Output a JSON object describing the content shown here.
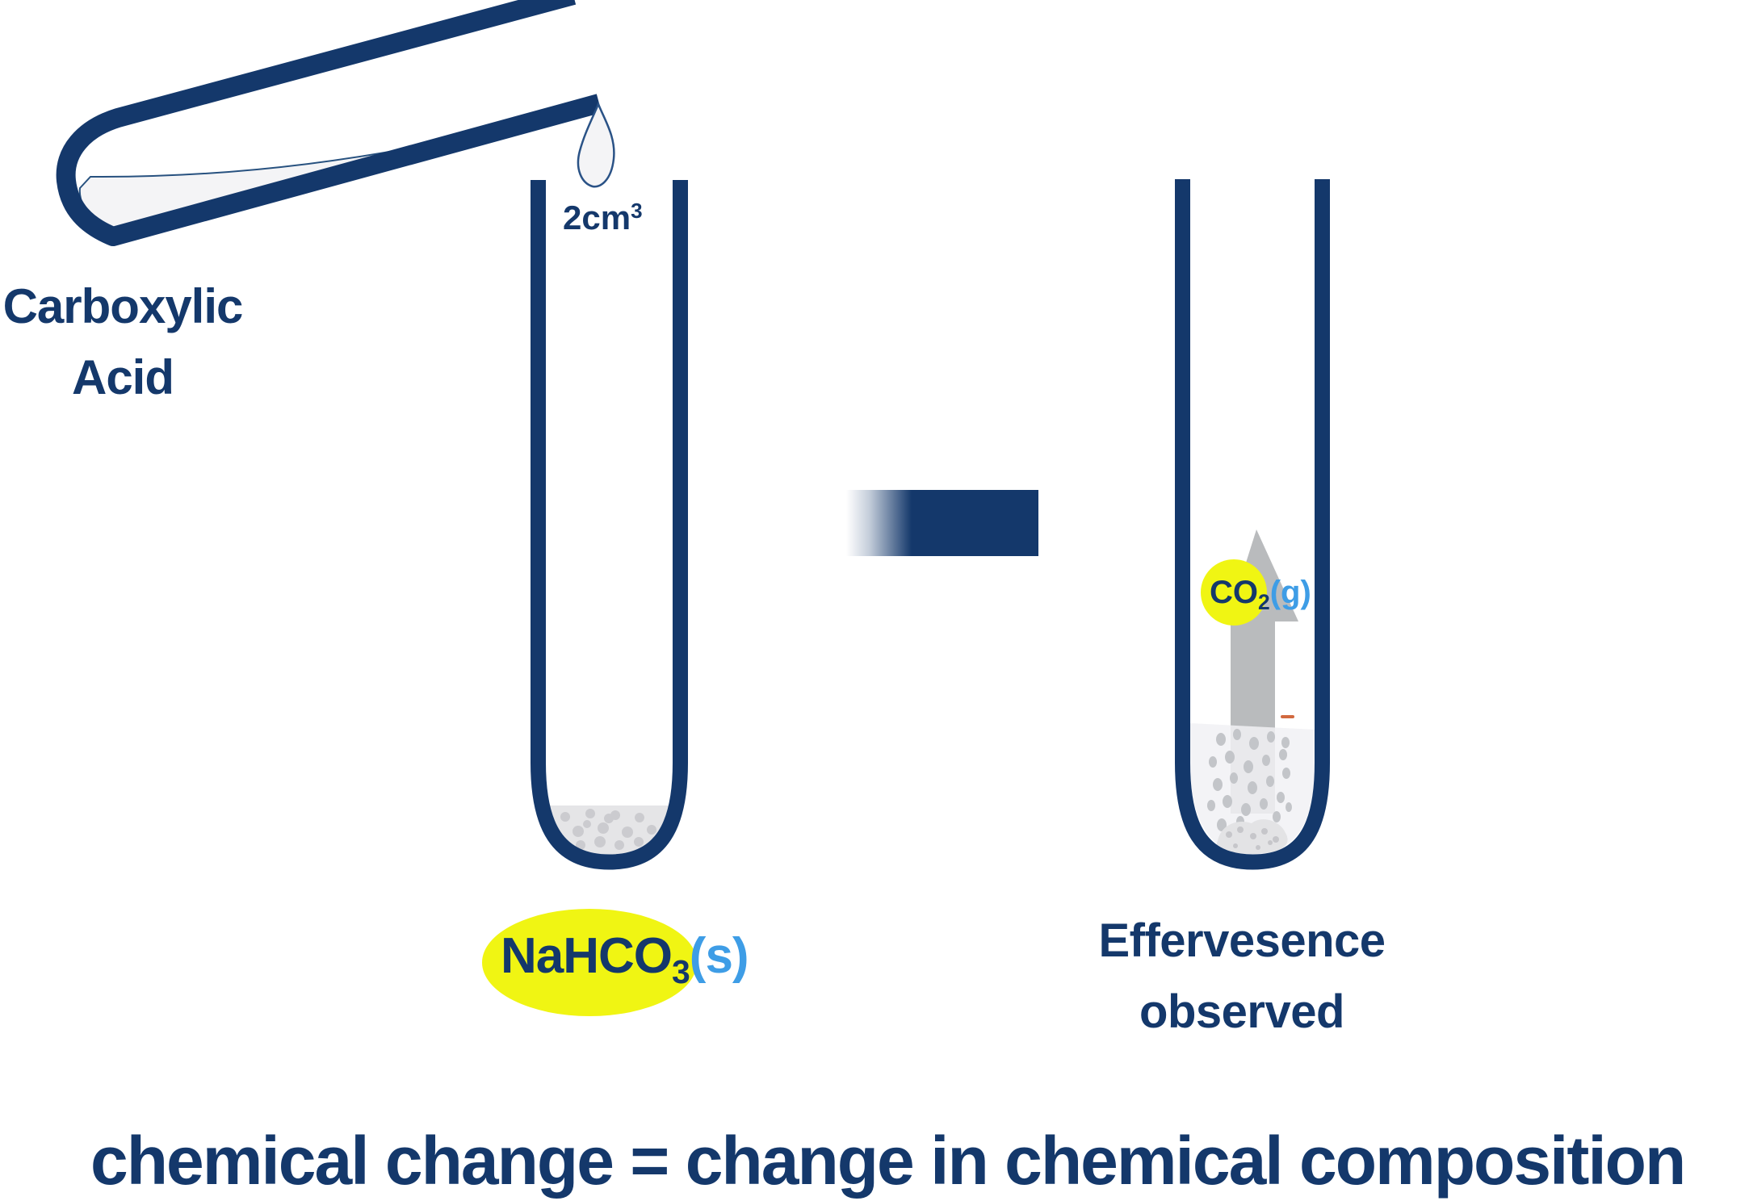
{
  "reagent_label": {
    "line1": "Carboxylic",
    "line2": "Acid"
  },
  "volume_label": {
    "value": "2cm",
    "exponent": "3"
  },
  "solid_label": {
    "formula": "NaHCO",
    "subscript": "3",
    "state": "(s)"
  },
  "gas_label": {
    "formula": "CO",
    "subscript": "2",
    "state": "(g)"
  },
  "observation": {
    "line1": "Effervesence",
    "line2": "observed"
  },
  "caption": "chemical change = change in chemical composition",
  "colors": {
    "navy": "#14386B",
    "light_blue": "#3E9DE6",
    "highlight_yellow": "#F0F513",
    "arrow_gray": "#B9BBBD",
    "liquid_gray": "#F1F1F4",
    "powder_gray": "#E5E5E7",
    "orange_mark": "#D2693F"
  }
}
